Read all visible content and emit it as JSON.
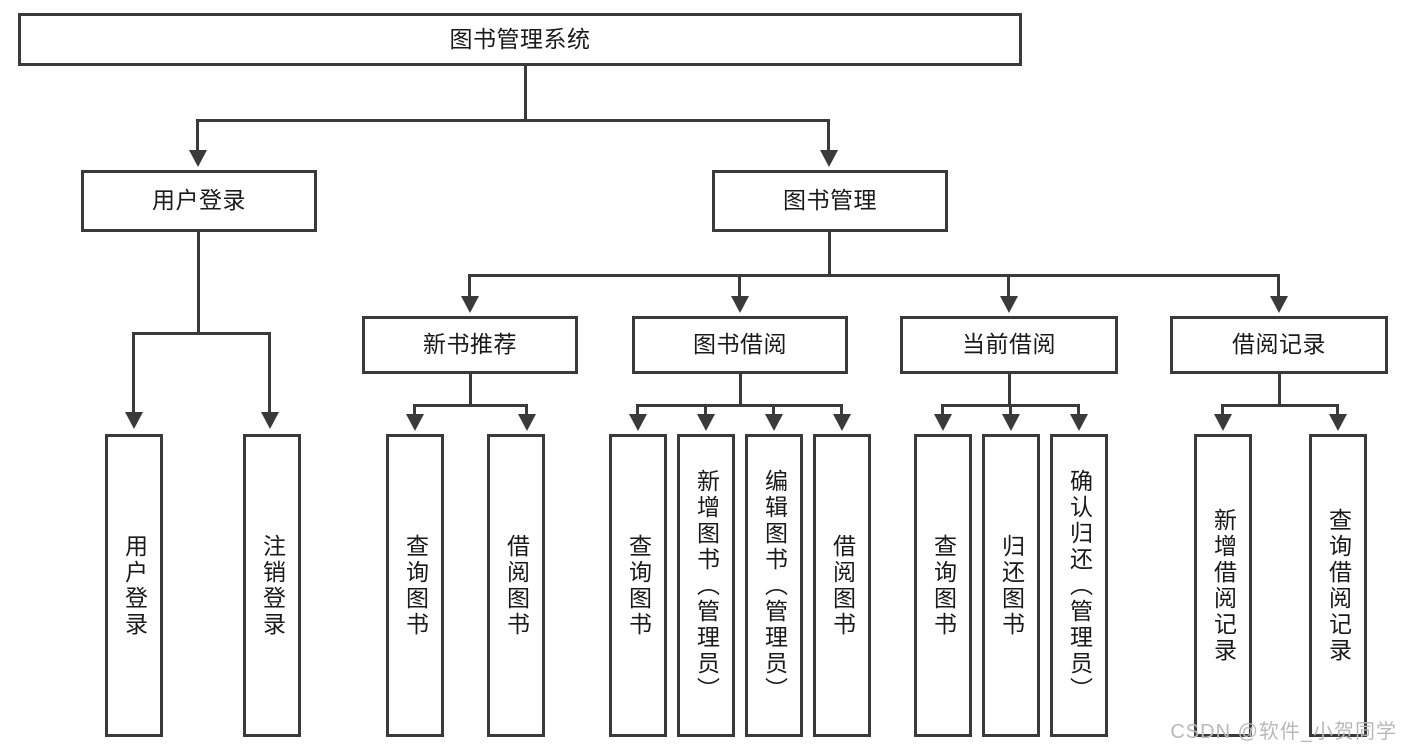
{
  "diagram": {
    "title": "图书管理系统",
    "type": "functional-decomposition-tree",
    "watermark": "CSDN @软件_小贺同学",
    "colors": {
      "stroke": "#3a3a3a",
      "fill": "#ffffff",
      "text": "#1a1a1a",
      "watermark": "#b9b9b9"
    }
  },
  "nodes": {
    "root": {
      "label": "图书管理系统"
    },
    "level1": [
      {
        "id": "user-login",
        "label": "用户登录"
      },
      {
        "id": "book-management",
        "label": "图书管理"
      }
    ],
    "level2": [
      {
        "id": "new-book-recommend",
        "label": "新书推荐"
      },
      {
        "id": "book-borrow",
        "label": "图书借阅"
      },
      {
        "id": "current-borrow",
        "label": "当前借阅"
      },
      {
        "id": "borrow-record",
        "label": "借阅记录"
      }
    ],
    "leaves": {
      "user_login": [
        {
          "id": "leaf-user-login",
          "label": "用户登录"
        },
        {
          "id": "leaf-logout-login",
          "label": "注销登录"
        }
      ],
      "new_book_recommend": [
        {
          "id": "leaf-query-book-1",
          "label": "查询图书"
        },
        {
          "id": "leaf-borrow-book-1",
          "label": "借阅图书"
        }
      ],
      "book_borrow": [
        {
          "id": "leaf-query-book-2",
          "label": "查询图书"
        },
        {
          "id": "leaf-add-book",
          "label": "新增图书（管理员）"
        },
        {
          "id": "leaf-edit-book",
          "label": "编辑图书（管理员）"
        },
        {
          "id": "leaf-borrow-book-2",
          "label": "借阅图书"
        }
      ],
      "current_borrow": [
        {
          "id": "leaf-query-book-3",
          "label": "查询图书"
        },
        {
          "id": "leaf-return-book",
          "label": "归还图书"
        },
        {
          "id": "leaf-confirm-return",
          "label": "确认归还（管理员）"
        }
      ],
      "borrow_record": [
        {
          "id": "leaf-add-record",
          "label": "新增借阅记录"
        },
        {
          "id": "leaf-query-record",
          "label": "查询借阅记录"
        }
      ]
    }
  }
}
